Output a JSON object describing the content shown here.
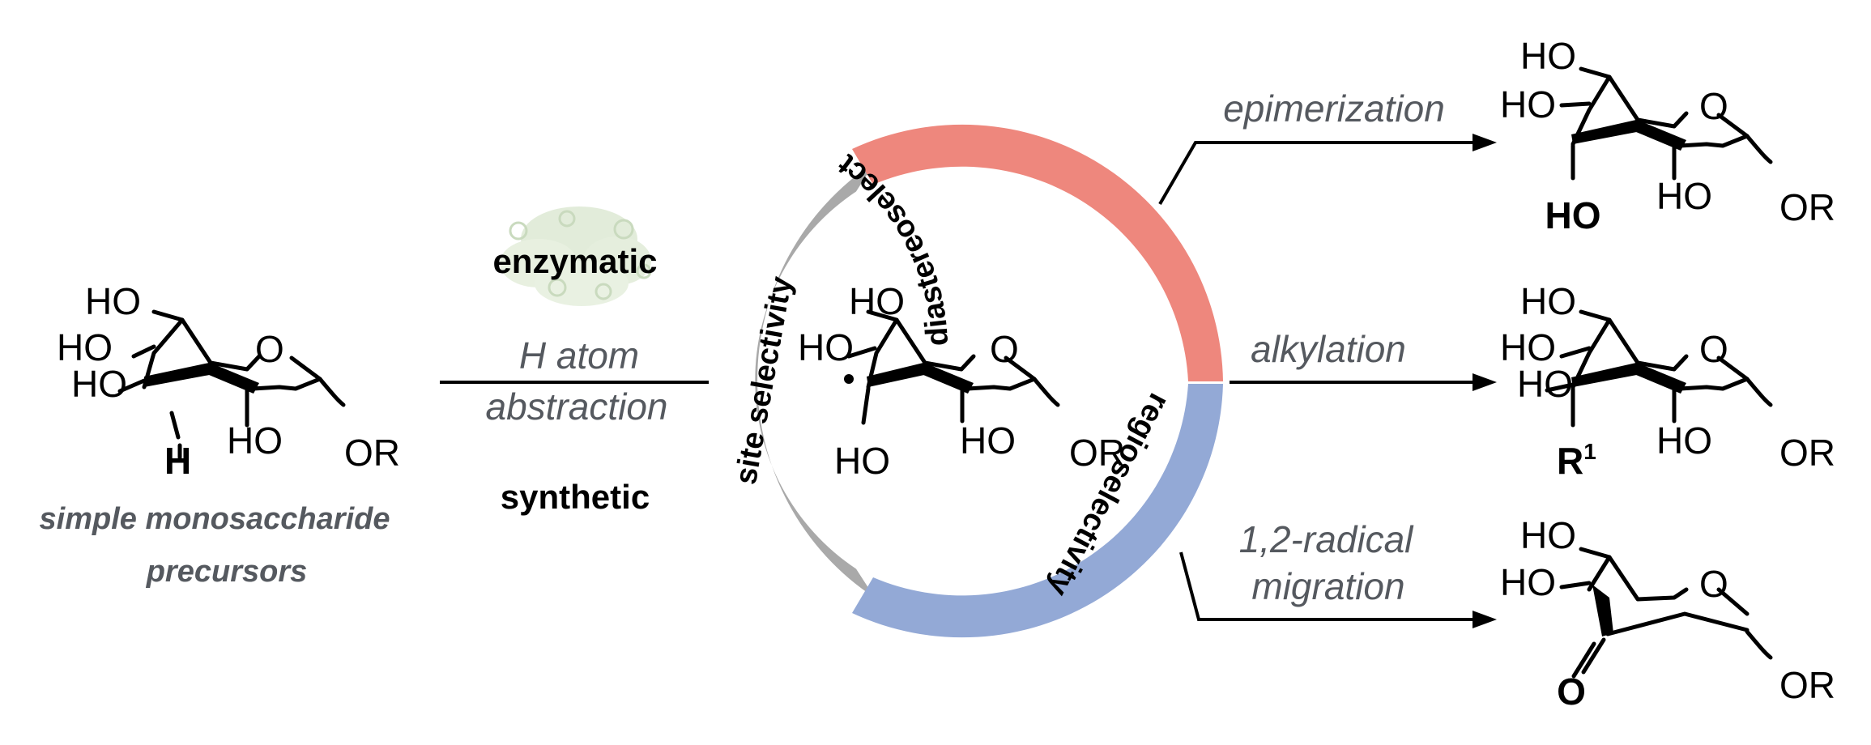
{
  "left": {
    "caption_line1": "simple monosaccharide",
    "caption_line2": "precursors",
    "atoms": {
      "ho_top": "HO",
      "ho_mid": "HO",
      "ho_low": "HO",
      "ring_o": "O",
      "ho_bottom": "HO",
      "or": "OR",
      "h": "H"
    }
  },
  "methods": {
    "enzymatic": "enzymatic",
    "hat_line1": "H atom",
    "hat_line2": "abstraction",
    "synthetic": "synthetic"
  },
  "ring": {
    "site": "site selectivity",
    "diastereo": "diastereoselectivity",
    "regio": "regioselectivity",
    "colors": {
      "site": "#a9a9a9",
      "diastereo": "#ee877d",
      "regio": "#93a9d6"
    }
  },
  "center": {
    "atoms": {
      "ho_top": "HO",
      "ho_mid": "HO",
      "ring_o": "O",
      "ho_low": "HO",
      "ho_bottom": "HO",
      "or": "OR"
    }
  },
  "outcomes": {
    "epimerization": "epimerization",
    "alkylation": "alkylation",
    "migration_line1": "1,2-radical",
    "migration_line2": "migration"
  },
  "products": {
    "epi": {
      "ho_top": "HO",
      "ho_mid": "HO",
      "ring_o": "O",
      "ho_blue": "HO",
      "ho_bottom": "HO",
      "or": "OR"
    },
    "alkyl": {
      "ho_top": "HO",
      "ho_mid": "HO",
      "ho_low": "HO",
      "ring_o": "O",
      "r": "R",
      "r_sup": "1",
      "ho_bottom": "HO",
      "or": "OR"
    },
    "ketone": {
      "ho_top": "HO",
      "ho_mid": "HO",
      "ring_o": "O",
      "keto_o": "O",
      "or": "OR"
    }
  },
  "accent_blue": "#1a4fe8"
}
